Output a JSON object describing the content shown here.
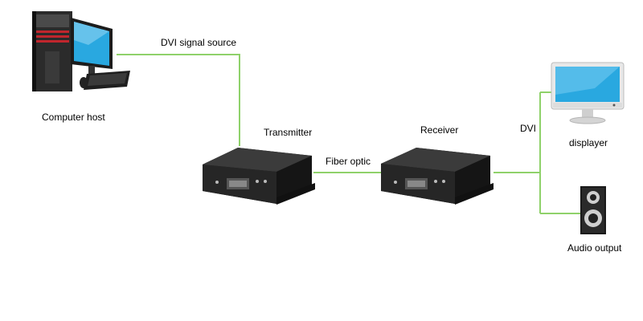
{
  "labels": {
    "computer_host": "Computer host",
    "dvi_signal_source": "DVI signal source",
    "transmitter": "Transmitter",
    "fiber_optic": "Fiber optic",
    "receiver": "Receiver",
    "dvi": "DVI",
    "displayer": "displayer",
    "audio_output": "Audio output"
  },
  "colors": {
    "connector_line": "#8fd16a",
    "device_body": "#2a2a2a",
    "monitor_screen": "#29a8e0",
    "pc_accent": "#c0262d"
  },
  "icons": [
    "computer-icon",
    "transmitter-device-icon",
    "receiver-device-icon",
    "monitor-icon",
    "speaker-icon"
  ]
}
